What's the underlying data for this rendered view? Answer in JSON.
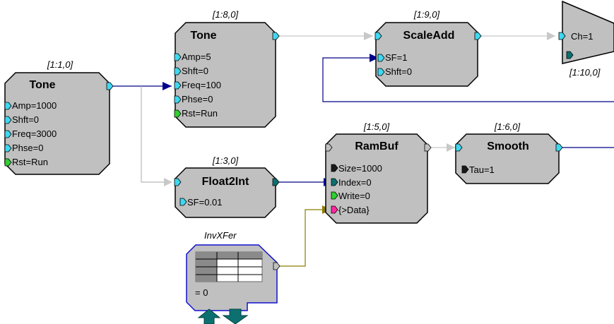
{
  "colors": {
    "block_fill": "#c0c0c0",
    "wire_blue": "#00008b",
    "wire_gray": "#b8b8b8",
    "wire_olive": "#8b7d00",
    "port_cyan": "#3fd8f0",
    "port_green": "#2fd02f",
    "port_teal": "#0c7070",
    "port_pink": "#ff2aa0",
    "port_black": "#1a1a1a"
  },
  "blocks": {
    "tone1": {
      "coord": "[1:1,0]",
      "title": "Tone",
      "params": [
        "Amp=1000",
        "Shft=0",
        "Freq=3000",
        "Phse=0",
        "Rst=Run"
      ]
    },
    "tone2": {
      "coord": "[1:8,0]",
      "title": "Tone",
      "params": [
        "Amp=5",
        "Shft=0",
        "Freq=100",
        "Phse=0",
        "Rst=Run"
      ]
    },
    "scaleadd": {
      "coord": "[1:9,0]",
      "title": "ScaleAdd",
      "params": [
        "SF=1",
        "Shft=0"
      ]
    },
    "dac": {
      "coord": "[1:10,0]",
      "param": "Ch=1"
    },
    "float2int": {
      "coord": "[1:3,0]",
      "title": "Float2Int",
      "params": [
        "SF=0.01"
      ]
    },
    "rambuf": {
      "coord": "[1:5,0]",
      "title": "RamBuf",
      "params": [
        "Size=1000",
        "Index=0",
        "Write=0",
        "{>Data}"
      ]
    },
    "smooth": {
      "coord": "[1:6,0]",
      "title": "Smooth",
      "params": [
        "Tau=1"
      ]
    },
    "invxfer": {
      "label": "InvXFer",
      "value": "= 0"
    }
  }
}
